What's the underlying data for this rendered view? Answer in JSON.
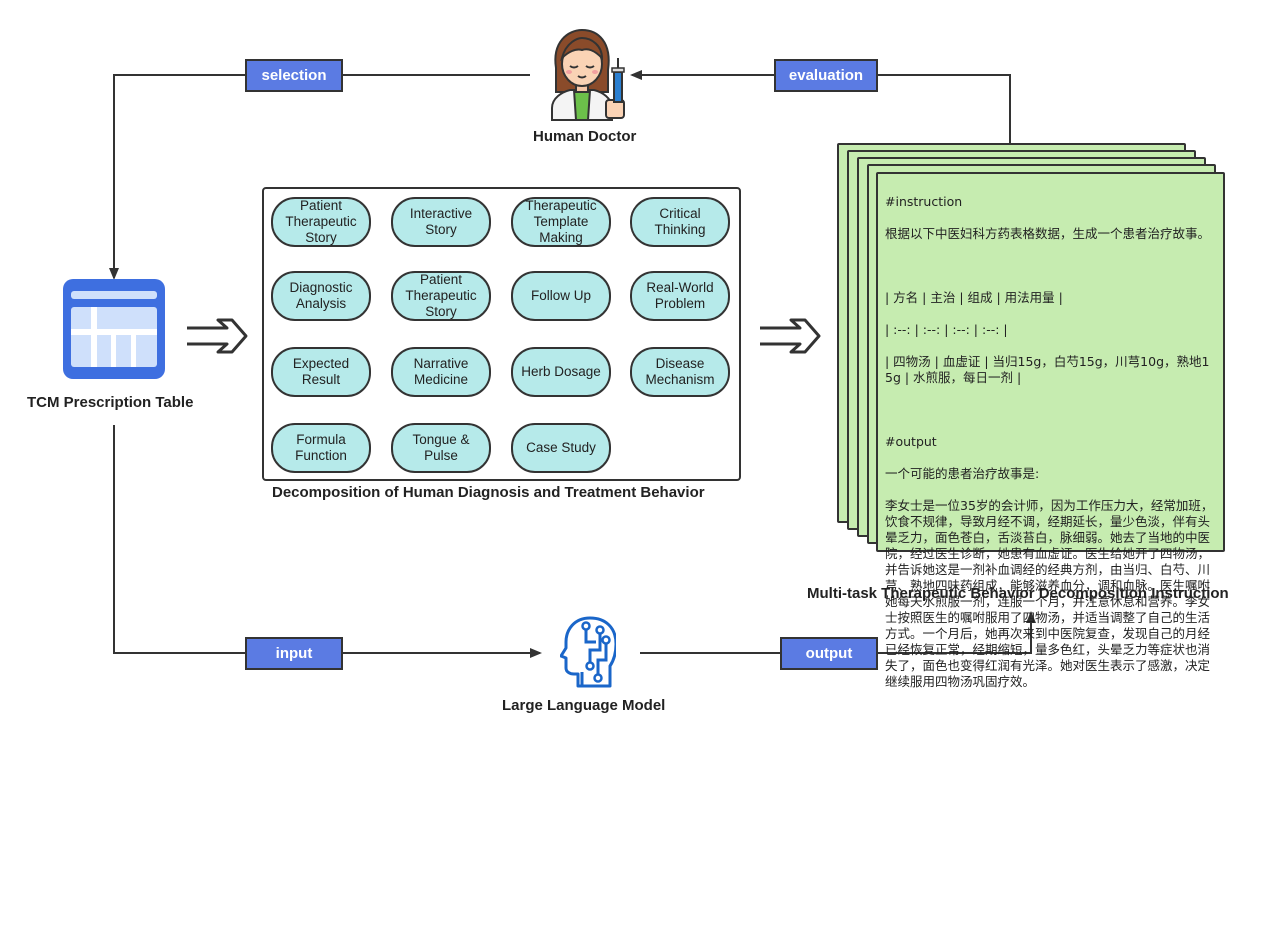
{
  "flow": {
    "selection_label": "selection",
    "evaluation_label": "evaluation",
    "input_label": "input",
    "output_label": "output"
  },
  "nodes": {
    "human_doctor": "Human Doctor",
    "tcm_table": "TCM Prescription Table",
    "llm": "Large Language Model",
    "instruction_caption": "Multi-task Therapeutic Behavior Decomposition Instruction",
    "decomposition_caption": "Decomposition of Human Diagnosis and Treatment Behavior"
  },
  "tasks": [
    "Patient Therapeutic Story",
    "Interactive Story",
    "Therapeutic Template Making",
    "Critical Thinking",
    "Diagnostic Analysis",
    "Patient Therapeutic Story",
    "Follow Up",
    "Real-World Problem",
    "Expected Result",
    "Narrative Medicine",
    "Herb Dosage",
    "Disease Mechanism",
    "Formula Function",
    "Tongue & Pulse",
    "Case Study"
  ],
  "instruction_doc": {
    "instruction_header": "#instruction",
    "instruction_text": "根据以下中医妇科方药表格数据，生成一个患者治疗故事。",
    "table_header": "| 方名 | 主治 | 组成 | 用法用量 |",
    "table_sep": "| :--: | :--: | :--: | :--: |",
    "table_row": "| 四物汤 | 血虚证 | 当归15g，白芍15g，川芎10g，熟地15g | 水煎服，每日一剂 |",
    "output_header": "#output",
    "output_intro": "一个可能的患者治疗故事是:",
    "output_text": "李女士是一位35岁的会计师，因为工作压力大，经常加班，饮食不规律，导致月经不调，经期延长，量少色淡，伴有头晕乏力，面色苍白，舌淡苔白，脉细弱。她去了当地的中医院，经过医生诊断，她患有血虚证。医生给她开了四物汤，并告诉她这是一剂补血调经的经典方剂，由当归、白芍、川芎、熟地四味药组成，能够滋养血分，调和血脉。医生嘱咐她每天水煎服一剂，连服一个月，并注意休息和营养。李女士按照医生的嘱咐服用了四物汤，并适当调整了自己的生活方式。一个月后，她再次来到中医院复查，发现自己的月经已经恢复正常，经期缩短，量多色红，头晕乏力等症状也消失了，面色也变得红润有光泽。她对医生表示了感激，决定继续服用四物汤巩固疗效。"
  },
  "colors": {
    "tag_blue": "#5b7be3",
    "pill_cyan": "#b6eaea",
    "sheet_green": "#c6ecb0",
    "table_icon_blue": "#3e6fe0"
  }
}
